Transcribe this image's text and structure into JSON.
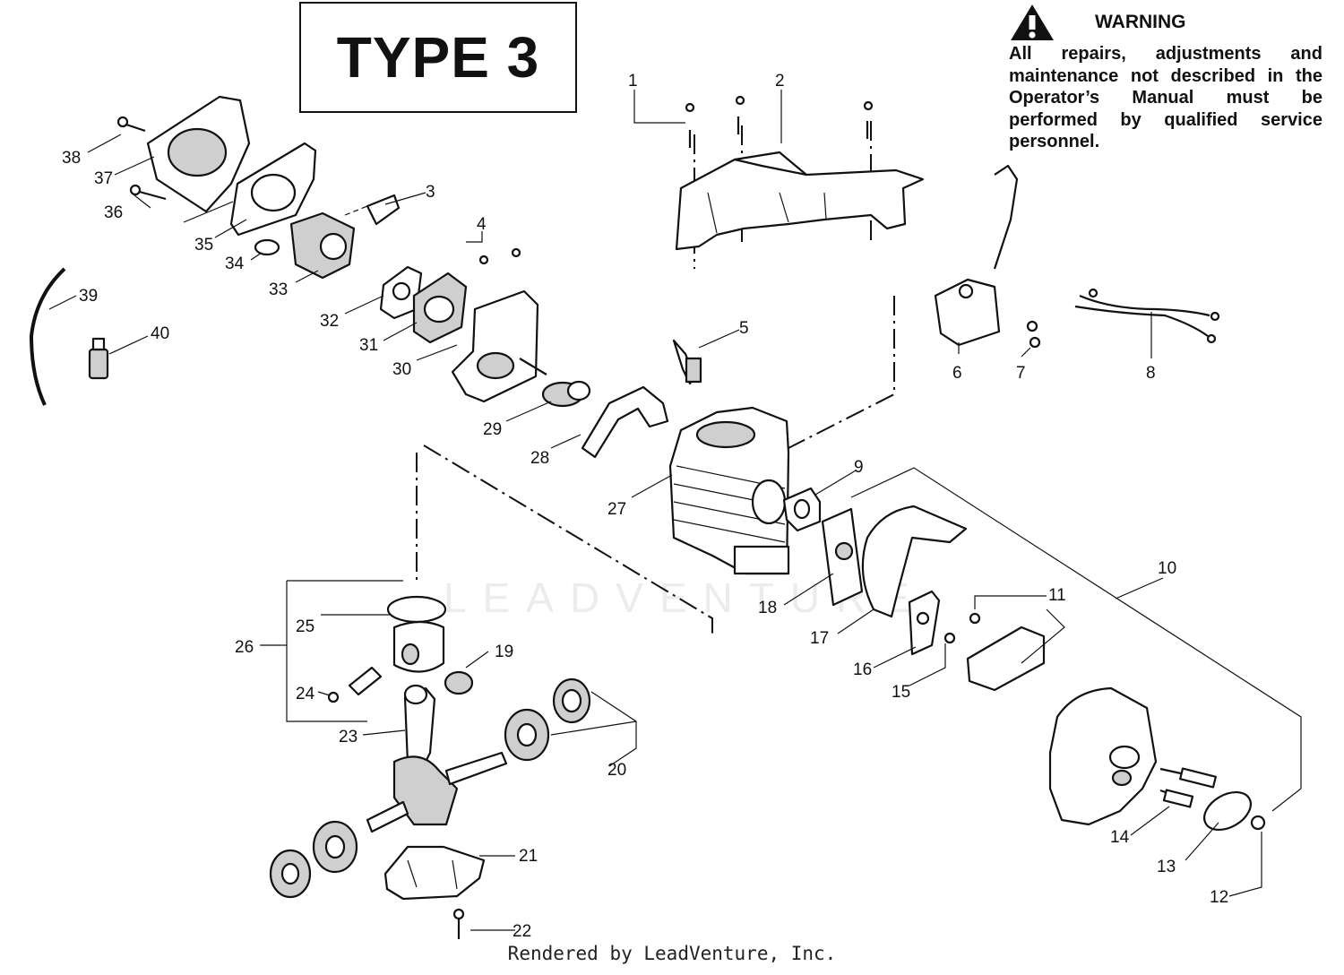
{
  "type_label": "TYPE 3",
  "warning": {
    "title": "WARNING",
    "body": "All repairs, adjustments and maintenance not described in the Operator’s Manual must be performed by qualified service personnel."
  },
  "watermark": "LEADVENTURE",
  "footer": "Rendered by LeadVenture, Inc.",
  "callouts": [
    "1",
    "2",
    "3",
    "4",
    "5",
    "6",
    "7",
    "8",
    "9",
    "10",
    "11",
    "12",
    "13",
    "14",
    "15",
    "16",
    "17",
    "18",
    "19",
    "20",
    "21",
    "22",
    "23",
    "24",
    "25",
    "26",
    "27",
    "28",
    "29",
    "30",
    "31",
    "32",
    "33",
    "34",
    "35",
    "36",
    "37",
    "38",
    "39",
    "40"
  ],
  "icons": {
    "warning": "warning-triangle-icon"
  }
}
